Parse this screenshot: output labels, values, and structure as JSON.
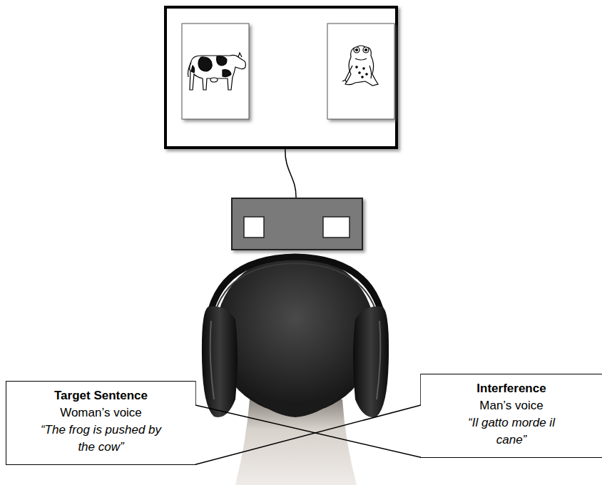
{
  "diagram": {
    "nodes": [
      {
        "text": [
          "Target Sentence",
          "Woman’s voice",
          "“The frog is pushed by the cow”"
        ]
      },
      {
        "text": [
          "Interference",
          "Man’s voice",
          "“Il gatto morde il cane”"
        ]
      }
    ]
  }
}
